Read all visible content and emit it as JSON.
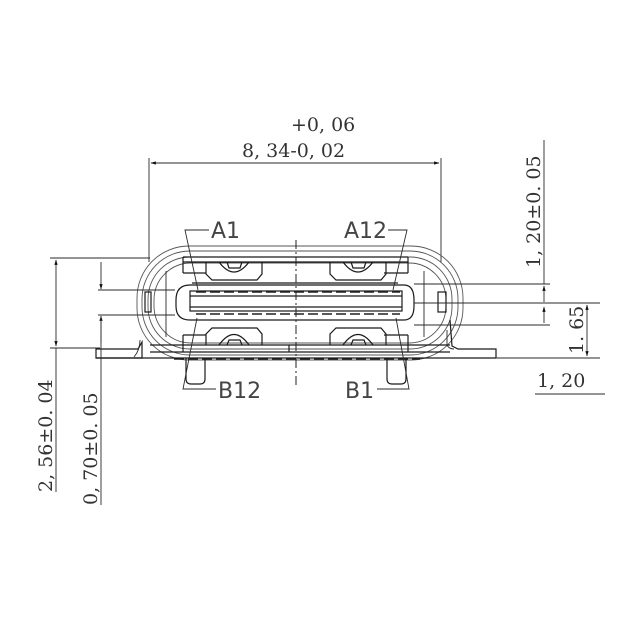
{
  "drawing": {
    "title": "USB Type-C receptacle front view dimension drawing",
    "line_color": "#1a1a1a",
    "background": "#ffffff"
  },
  "dimensions": {
    "width_upper_tolerance": "+0, 06",
    "width_main": "8, 34-0, 02",
    "right_height": "1, 20±0. 05",
    "right_tongue": "1. 65",
    "right_bottom": "1, 20",
    "left_total_height": "2, 56±0. 04",
    "left_tongue": "0, 70±0. 05"
  },
  "pin_labels": {
    "a1": "A1",
    "a12": "A12",
    "b12": "B12",
    "b1": "B1"
  }
}
